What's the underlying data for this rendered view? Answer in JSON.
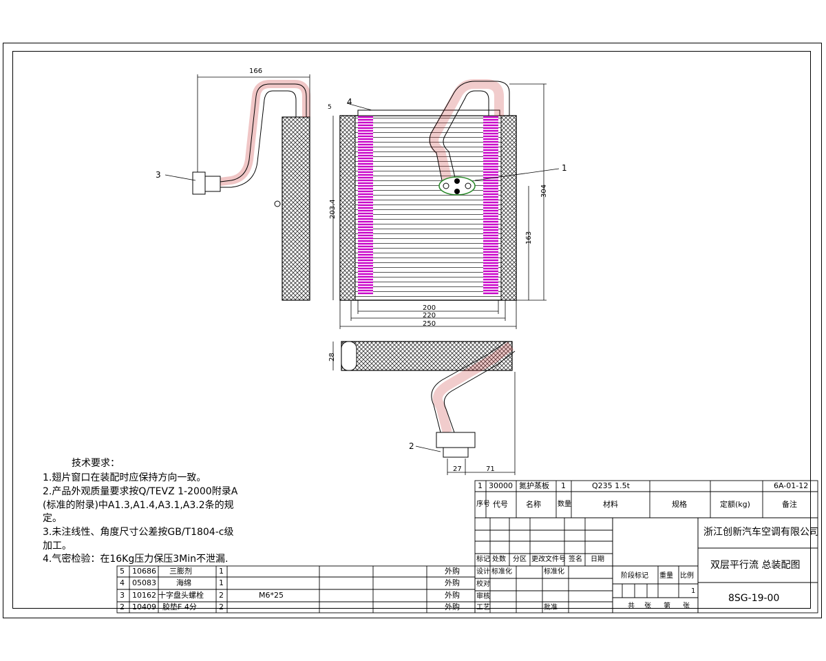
{
  "dimensions": {
    "top_width": "166",
    "front_height_1": "203.4",
    "front_height_2": "304",
    "front_height_3": "163",
    "front_top": "5",
    "bottom_w1": "200",
    "bottom_w2": "220",
    "bottom_w3": "250",
    "bottom_view_h": "28",
    "pipe_w1": "27",
    "pipe_w2": "71"
  },
  "balloons": {
    "b1": "1",
    "b2": "2",
    "b3": "3",
    "b4": "4"
  },
  "requirements": {
    "title": "技术要求：",
    "lines": [
      "1.翅片窗口在装配时应保持方向一致。",
      "2.产品外观质量要求按Q/TEVZ 1-2000附录A",
      "(标准的附录)中A1.3,A1.4,A3.1,A3.2条的规",
      "定。",
      "3.未注线性、角度尺寸公差按GB/T1804-c级",
      "加工。",
      "4.气密检验：在16Kg压力保压3Min不泄漏."
    ]
  },
  "bom_top": {
    "row": [
      "1",
      "30000",
      "氮护蒸板",
      "1",
      "Q235 1.5t",
      "",
      "",
      "6A-01-12"
    ],
    "header": [
      "序号",
      "代号",
      "名称",
      "数量",
      "材料",
      "规格",
      "定额(kg)",
      "备注"
    ]
  },
  "bom_parts": [
    {
      "no": "5",
      "code": "10686",
      "name": "三膨剂",
      "qty": "1",
      "spec": "",
      "src": "外购"
    },
    {
      "no": "4",
      "code": "05083",
      "name": "海绵",
      "qty": "1",
      "spec": "",
      "src": "外购"
    },
    {
      "no": "3",
      "code": "10162",
      "name": "十字盘头螺栓",
      "qty": "2",
      "spec": "M6*25",
      "src": "外购"
    },
    {
      "no": "2",
      "code": "10409",
      "name": "胶垫F 4分",
      "qty": "2",
      "spec": "",
      "src": "外购"
    }
  ],
  "title_block": {
    "company": "浙江创新汽车空调有限公司",
    "drawing_name": "双层平行流 总装配图",
    "drawing_no": "8SG-19-00",
    "rev_labels": [
      "标记",
      "处数",
      "分区",
      "更改文件号",
      "签名",
      "日期"
    ],
    "sign_labels": [
      "设计",
      "标准化",
      "校对",
      "审核",
      "工艺",
      "批准"
    ],
    "stage_labels": [
      "阶段标记",
      "重量",
      "比例"
    ],
    "sheet_labels": [
      "共",
      "张",
      "第",
      "张"
    ],
    "scale": "1"
  },
  "colors": {
    "line": "#000000",
    "magenta": "#c800c8",
    "pipe": "#c83232",
    "gray": "#555555",
    "green": "#2a8a2a"
  }
}
